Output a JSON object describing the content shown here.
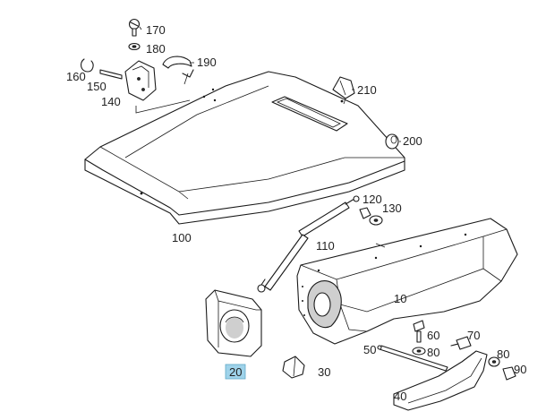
{
  "diagram": {
    "labels": [
      {
        "id": "l170",
        "text": "170"
      },
      {
        "id": "l180",
        "text": "180"
      },
      {
        "id": "l190",
        "text": "190"
      },
      {
        "id": "l160",
        "text": "160"
      },
      {
        "id": "l150",
        "text": "150"
      },
      {
        "id": "l140",
        "text": "140"
      },
      {
        "id": "l210",
        "text": "210"
      },
      {
        "id": "l200",
        "text": "200"
      },
      {
        "id": "l100",
        "text": "100"
      },
      {
        "id": "l120",
        "text": "120"
      },
      {
        "id": "l130",
        "text": "130"
      },
      {
        "id": "l110",
        "text": "110"
      },
      {
        "id": "l10",
        "text": "10"
      },
      {
        "id": "l60",
        "text": "60"
      },
      {
        "id": "l70",
        "text": "70"
      },
      {
        "id": "l50",
        "text": "50"
      },
      {
        "id": "l80a",
        "text": "80"
      },
      {
        "id": "l80b",
        "text": "80"
      },
      {
        "id": "l90",
        "text": "90"
      },
      {
        "id": "l20",
        "text": "20"
      },
      {
        "id": "l30",
        "text": "30"
      },
      {
        "id": "l40",
        "text": "40"
      }
    ],
    "highlight_color": "#9fd3ea",
    "line_color": "#1a1a1a"
  }
}
